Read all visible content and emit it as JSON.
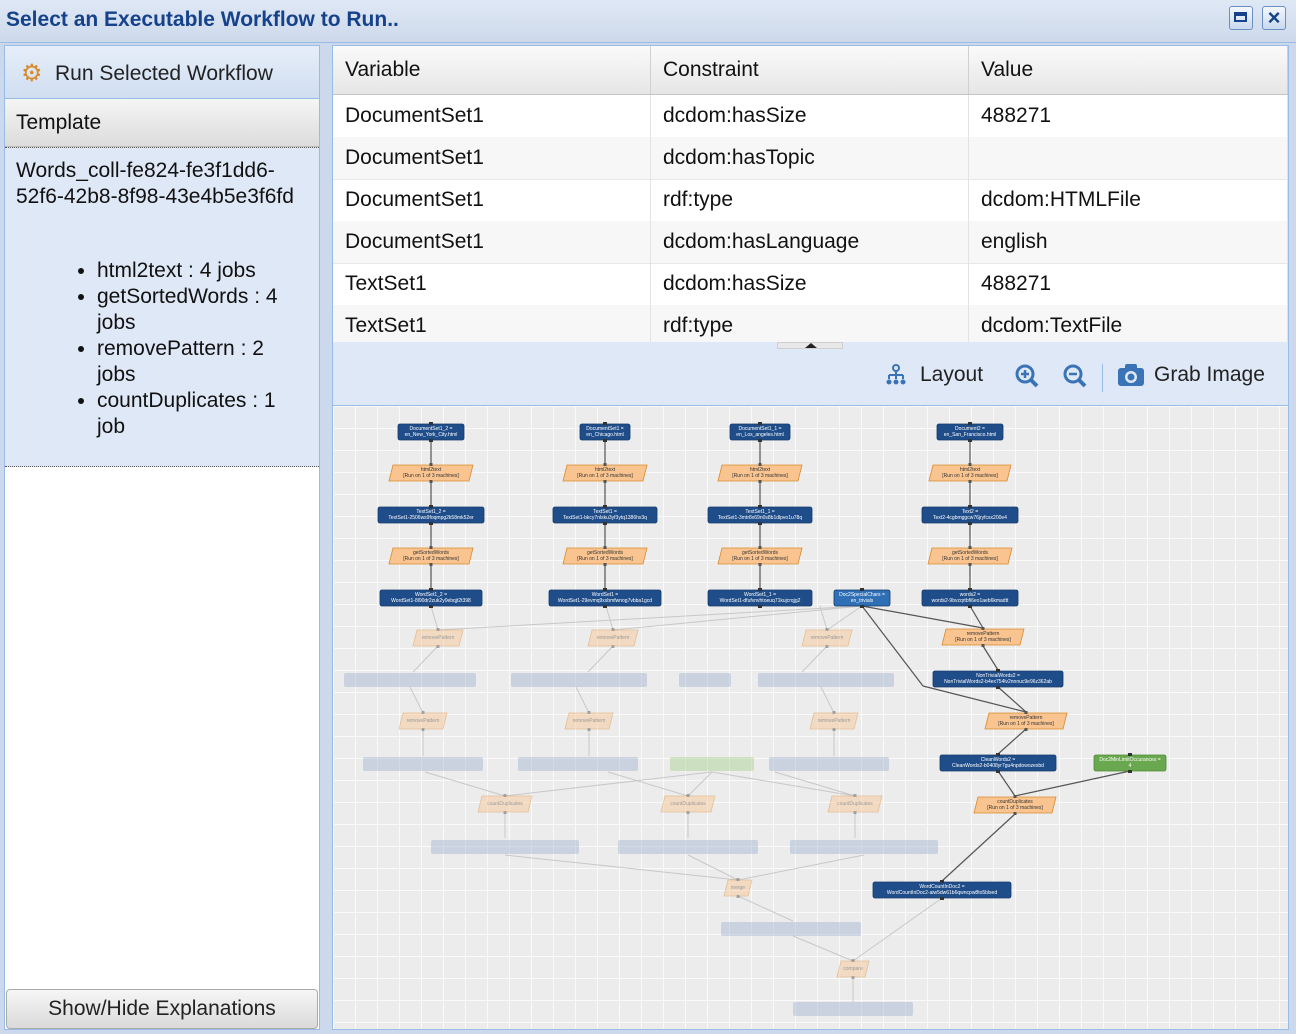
{
  "window": {
    "title": "Select an Executable Workflow to Run.."
  },
  "left": {
    "run_button": "Run Selected Workflow",
    "template_header": "Template",
    "template_name": "Words_coll-fe824-fe3f1dd6-52f6-42b8-8f98-43e4b5e3f6fd",
    "jobs": [
      "html2text : 4 jobs",
      "getSortedWords : 4 jobs",
      "removePattern : 2 jobs",
      "countDuplicates : 1 job"
    ],
    "show_hide": "Show/Hide Explanations"
  },
  "grid": {
    "headers": [
      "Variable",
      "Constraint",
      "Value"
    ],
    "rows": [
      [
        "DocumentSet1",
        "dcdom:hasSize",
        "488271"
      ],
      [
        "DocumentSet1",
        "dcdom:hasTopic",
        ""
      ],
      [
        "DocumentSet1",
        "rdf:type",
        "dcdom:HTMLFile"
      ],
      [
        "DocumentSet1",
        "dcdom:hasLanguage",
        "english"
      ],
      [
        "TextSet1",
        "dcdom:hasSize",
        "488271"
      ],
      [
        "TextSet1",
        "rdf:type",
        "dcdom:TextFile"
      ]
    ]
  },
  "toolbar": {
    "layout": "Layout",
    "grab_image": "Grab Image",
    "icons": [
      "layout-icon",
      "zoom-in-icon",
      "zoom-out-icon",
      "camera-icon"
    ]
  },
  "graph": {
    "inputs": [
      [
        "DocumentSet1_2 =",
        "en_New_York_City.html"
      ],
      [
        "DocumentSet1 =",
        "en_Chicago.html"
      ],
      [
        "DocumentSet1_1 =",
        "en_Los_angeles.html"
      ],
      [
        "Document2 =",
        "en_San_Francisco.html"
      ]
    ],
    "html2text": [
      "html2text",
      "[Run on 1 of 3 machines]"
    ],
    "textsets": [
      [
        "TextSet1_2 =",
        "TextSet1-2506ws9foqmpg2k58mk52er"
      ],
      [
        "TextSet1 =",
        "TextSet1-bkcy7nlsku3yf3ytq1386hx3q"
      ],
      [
        "TextSet1_1 =",
        "TextSet1-3mtr8x69n0s8b1dlpvo1u78q"
      ],
      [
        "Text2 =",
        "Text2-4cgbmggcw76jryfcsx200e4"
      ]
    ],
    "getsorted": [
      "getSortedWords",
      "[Run on 1 of 3 machines]"
    ],
    "wordsets": [
      [
        "WordSet1_2 =",
        "WordSet1-8l90dr2zuk2y0ebqjt2t398"
      ],
      [
        "WordSet1 =",
        "WordSet1-29evmq9xsbmfwnog7vbba1gcd"
      ],
      [
        "WordSet1_1 =",
        "WordSet1-dfufvnvhtoeuq71kujcrqjg2"
      ],
      [
        "words2 =",
        "words2-9bvzqrtbfi6eo1aeb6kmadtt"
      ]
    ],
    "doc2special": [
      "Doc2SpecialChars =",
      "en_trivials"
    ],
    "removepattern": "removePattern",
    "removepattern_run": [
      "removePattern",
      "[Run on 1 of 3 machines]"
    ],
    "nontrivial": [
      "NonTrivialWords2 =",
      "NonTrivialWords2-b4ex754lv2nnnuc9e96z362ab"
    ],
    "cleanwords": [
      "CleanWords2 =",
      "CleanWords2-b0408yr7gu4npdowozexbd"
    ],
    "doc2min": [
      "Doc2MinLimitOccurances =",
      "4"
    ],
    "countduplicates": "countDuplicates",
    "countduplicates_run": [
      "countDuplicates",
      "[Run on 1 of 3 machines]"
    ],
    "wordcount": [
      "WordCountInDoc2 =",
      "WordCountInDoc2-aiw5dw61b6qwncpw8to5blsed"
    ],
    "merge": "merge",
    "compare": "compare"
  }
}
